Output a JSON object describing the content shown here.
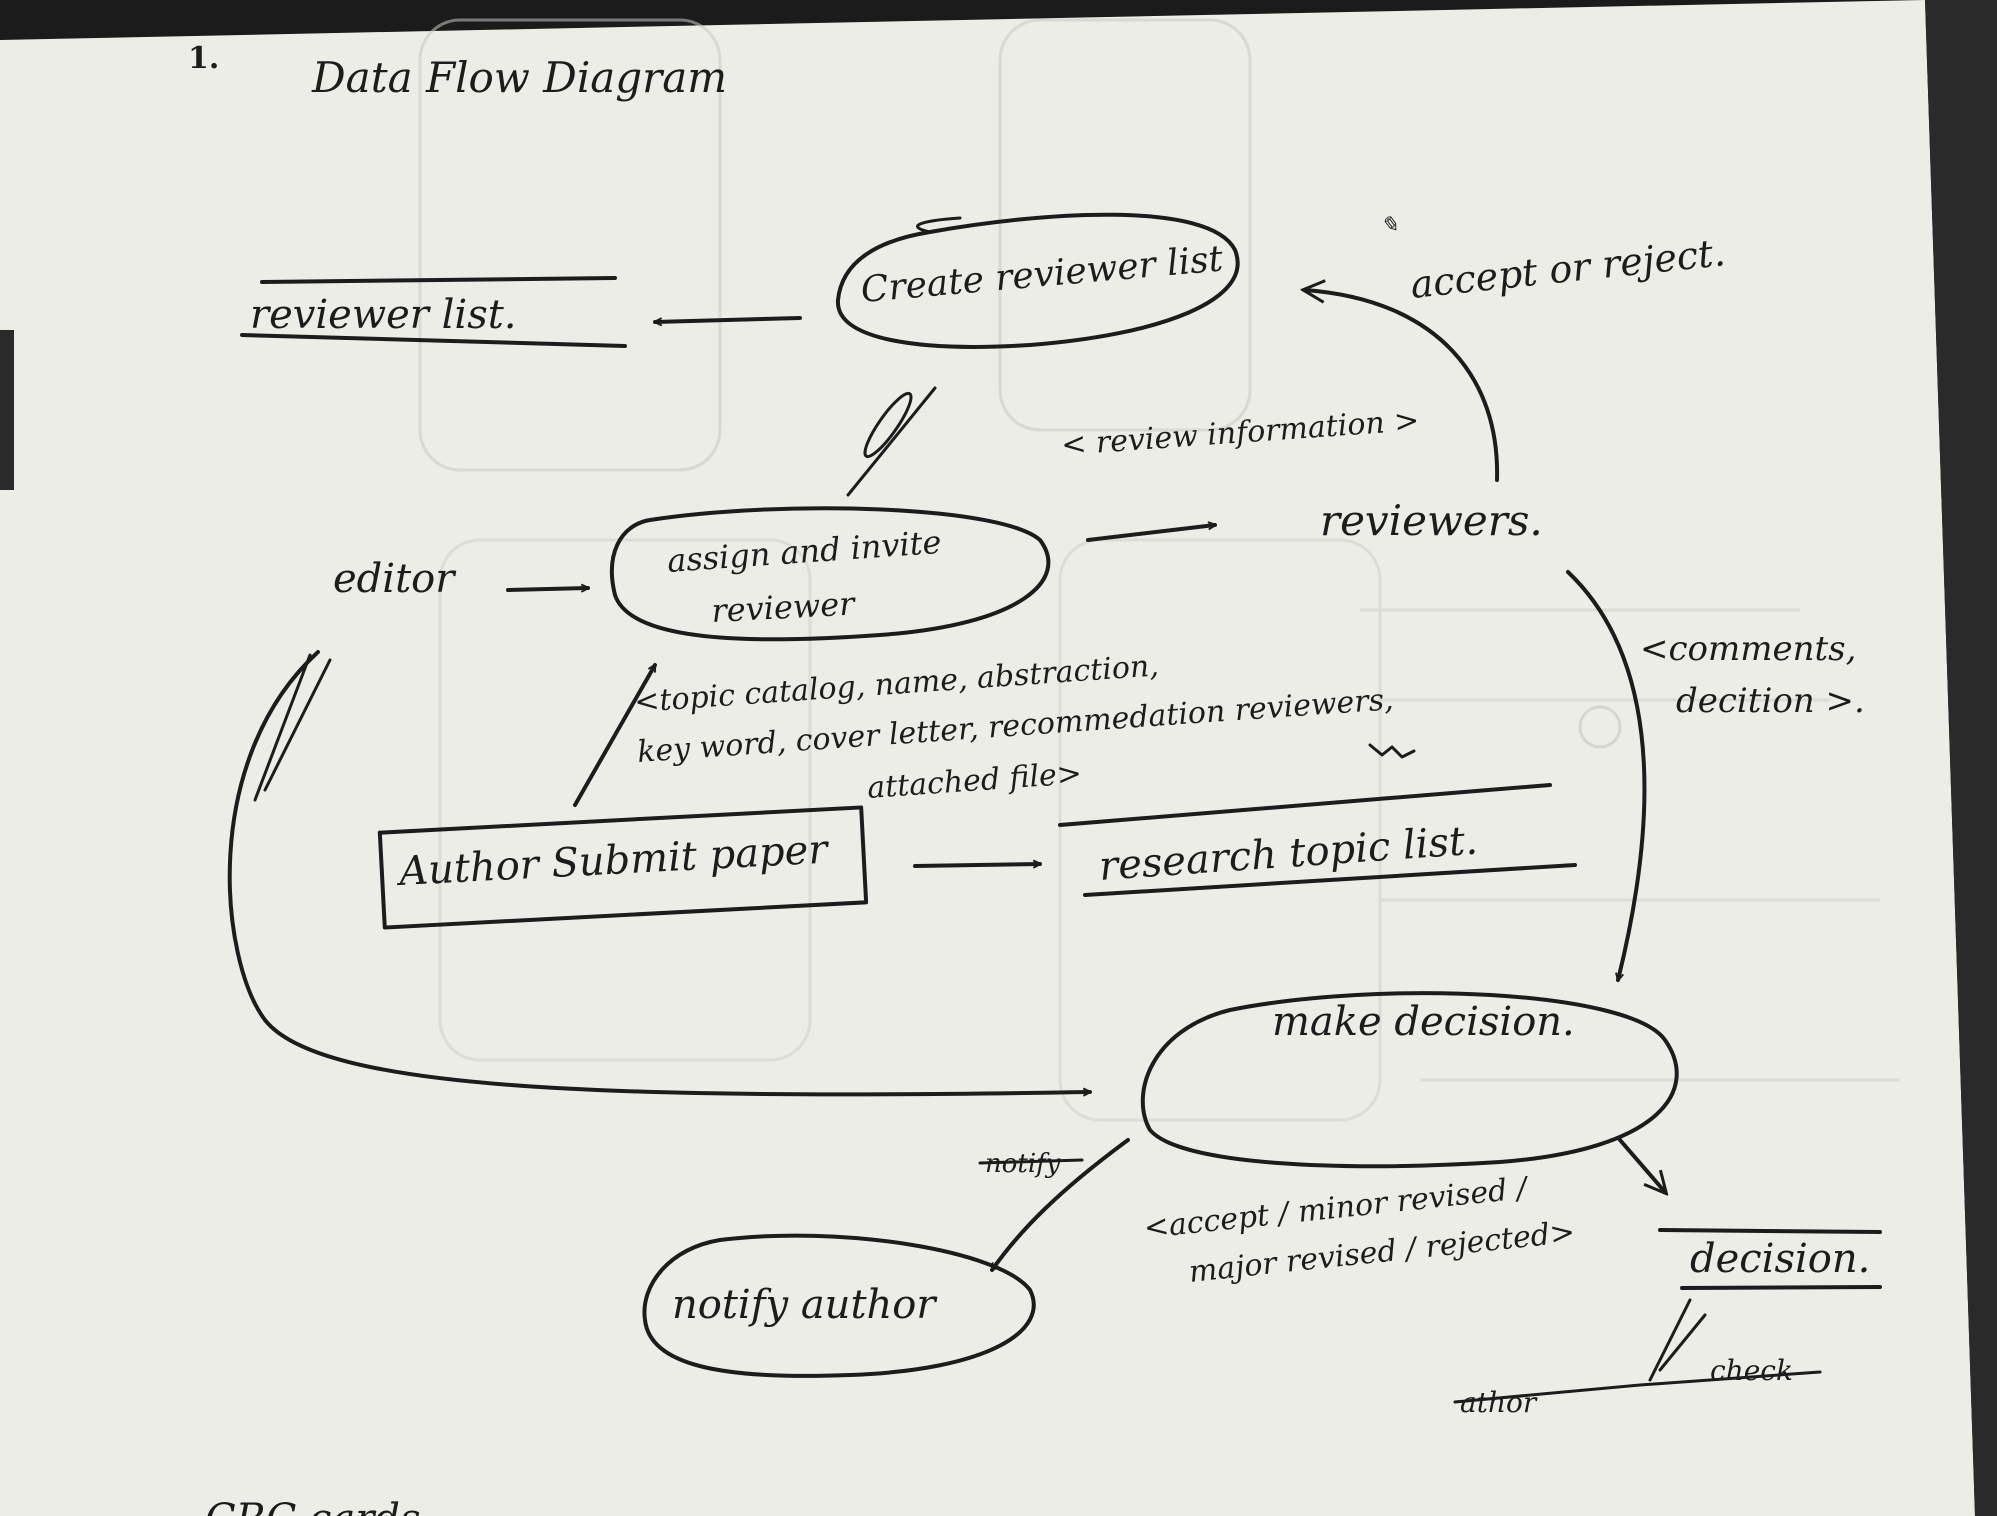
{
  "page": {
    "number": "1.",
    "title": "Data Flow Diagram"
  },
  "nodes": {
    "create_reviewer_list": "Create reviewer list",
    "assign_invite": {
      "line1": "assign  and invite",
      "line2": "reviewer"
    },
    "make_decision": "make  decision.",
    "notify_author": "notify  author"
  },
  "entities": {
    "editor": "editor",
    "reviewers": "reviewers.",
    "author_submit": "Author Submit paper"
  },
  "stores": {
    "reviewer_list": "reviewer list.",
    "research_topic_list": "research topic list.",
    "decision": "decision."
  },
  "flows": {
    "accept_or_reject": "accept or reject.",
    "review_information": "< review information >",
    "comments_decision": {
      "line1": "<comments,",
      "line2": "decition >."
    },
    "submission": {
      "line1": "<topic catalog, name, abstraction,",
      "line2": "key word, cover letter, recommedation reviewers,",
      "line3": "attached file>"
    },
    "decision_result": {
      "line1": "<accept / minor revised /",
      "line2": "major revised / rejected>"
    }
  },
  "scribbles": {
    "notify_crossed": "notify",
    "author_crossed": "athor",
    "check_crossed": "check",
    "cropped_bottom": "CRC cards"
  },
  "colors": {
    "ink": "#1c1c1c",
    "paper": "#efefea",
    "shadow": "#1b1b1b"
  }
}
